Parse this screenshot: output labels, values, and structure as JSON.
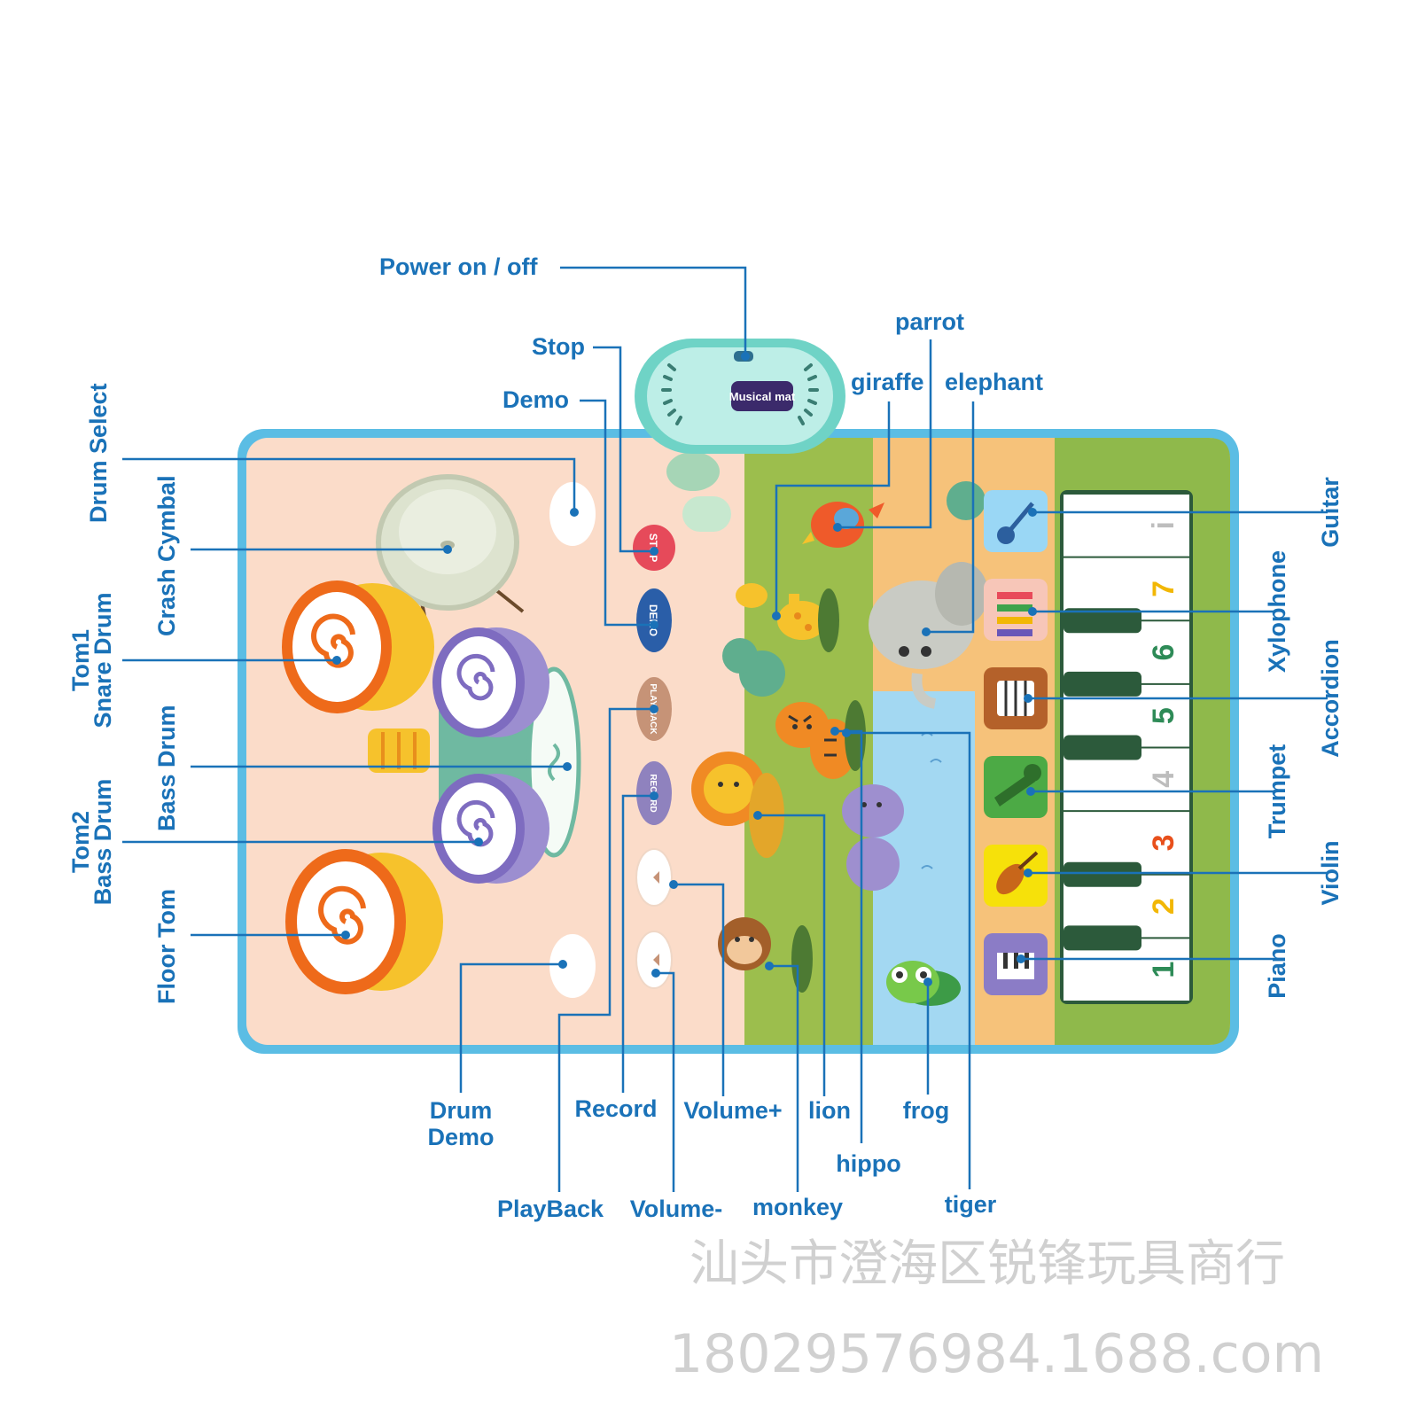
{
  "product": {
    "logo_text": "Musical mat",
    "buttons": {
      "drum_select": "Drum Select",
      "stop": "STOP",
      "demo": "DEMO",
      "playback": "PLAY BACK",
      "record": "RECORD",
      "drum_demo": "Drum Demo"
    },
    "piano_keys": [
      "1",
      "2",
      "3",
      "4",
      "5",
      "6",
      "7",
      "i"
    ],
    "key_colors": [
      "#2e8b57",
      "#f2b705",
      "#e8501c",
      "#bdbdbd",
      "#2e8b57",
      "#2e8b57",
      "#f2b705",
      "#bdbdbd"
    ]
  },
  "labels": {
    "power": "Power on / off",
    "stop": "Stop",
    "demo": "Demo",
    "drum_select": "Drum Select",
    "crash_cymbal": "Crash Cymbal",
    "tom1_line1": "Tom1",
    "tom1_line2": "Snare Drum",
    "bass_drum": "Bass Drum",
    "tom2_line1": "Tom2",
    "tom2_line2": "Bass Drum",
    "floor_tom": "Floor Tom",
    "parrot": "parrot",
    "giraffe": "giraffe",
    "elephant": "elephant",
    "guitar": "Guitar",
    "xylophone": "Xylophone",
    "accordion": "Accordion",
    "trumpet": "Trumpet",
    "violin": "Violin",
    "piano": "Piano",
    "drum_demo_line1": "Drum",
    "drum_demo_line2": "Demo",
    "record": "Record",
    "volume_plus": "Volume+",
    "lion": "lion",
    "frog": "frog",
    "hippo": "hippo",
    "playback": "PlayBack",
    "volume_minus": "Volume-",
    "monkey": "monkey",
    "tiger": "tiger"
  },
  "watermark": {
    "company": "汕头市澄海区锐锋玩具商行",
    "site": "18029576984.1688.com"
  },
  "colors": {
    "label_blue": "#1a72b8",
    "mat_border": "#5bbde4",
    "drum_zone": "#fbdcc9",
    "animal_zone_green": "#9cbe4d",
    "pond": "#a3d8f2",
    "instrument_strip": "#f6c27a",
    "piano_zone": "#8fb94b",
    "speaker_teal": "#6fd3c6"
  }
}
